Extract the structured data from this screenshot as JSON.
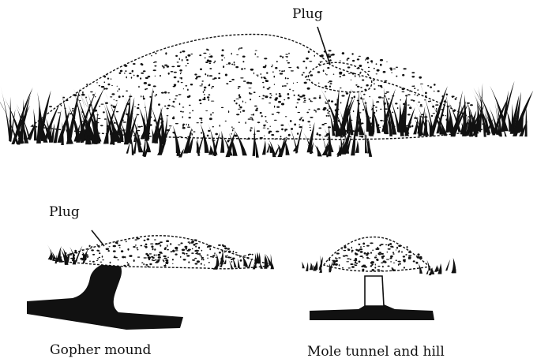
{
  "labels": {
    "plug_top": "Plug",
    "plug_left": "Plug"
  },
  "captions": {
    "gopher": "Gopher mound",
    "mole": "Mole tunnel and hill"
  },
  "colors": {
    "ink": "#111111",
    "paper": "#ffffff"
  }
}
